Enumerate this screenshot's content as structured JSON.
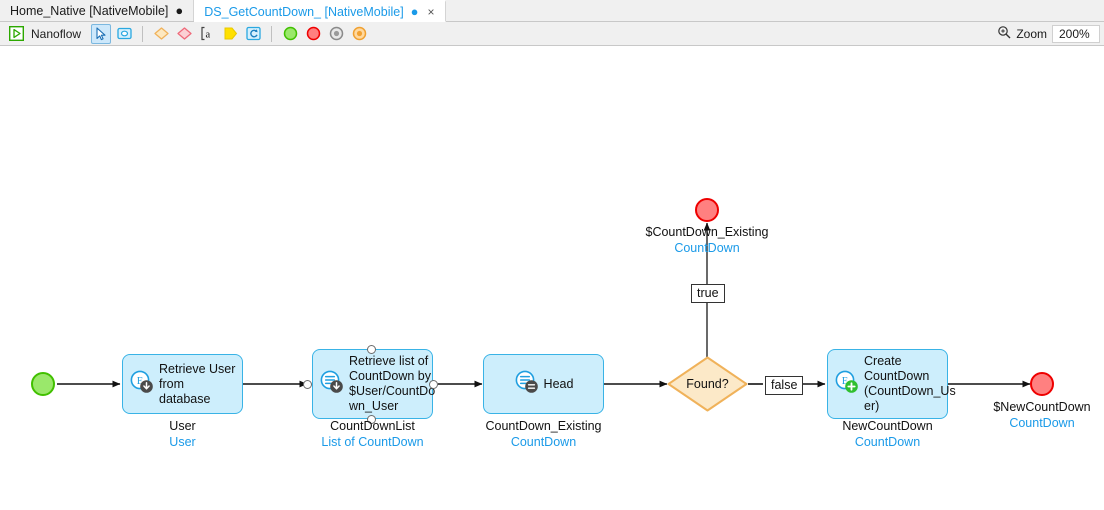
{
  "window": {
    "tabs": [
      {
        "label": "Home_Native [NativeMobile]",
        "dot": "●",
        "active": false,
        "close": ""
      },
      {
        "label": "DS_GetCountDown_ [NativeMobile]",
        "dot": "●",
        "active": true,
        "close": "×"
      }
    ]
  },
  "toolbar": {
    "mode_label": "Nanoflow",
    "mode_icon": "nanoflow-play-icon",
    "tools": [
      {
        "name": "pointer-tool",
        "icon": "cursor-arrow-icon",
        "selected": true
      },
      {
        "name": "annotation-tool",
        "icon": "annotation-icon",
        "selected": false
      },
      {
        "name": "decision-tool",
        "icon": "orange-diamond-icon",
        "selected": false
      },
      {
        "name": "merge-tool",
        "icon": "red-diamond-icon",
        "selected": false
      },
      {
        "name": "parameter-tool",
        "icon": "text-parameter-icon",
        "selected": false
      },
      {
        "name": "arrow-tool",
        "icon": "yellow-arrow-icon",
        "selected": false
      },
      {
        "name": "loop-tool",
        "icon": "loop-refresh-icon",
        "selected": false
      },
      {
        "name": "start-event-tool",
        "icon": "green-circle-icon",
        "selected": false
      },
      {
        "name": "end-event-tool",
        "icon": "red-circle-icon",
        "selected": false
      },
      {
        "name": "continue-event-tool",
        "icon": "gray-donut-icon",
        "selected": false
      },
      {
        "name": "break-event-tool",
        "icon": "orange-donut-icon",
        "selected": false
      }
    ],
    "zoom_icon": "magnifier-icon",
    "zoom_label": "Zoom",
    "zoom_value": "200%"
  },
  "flow": {
    "start": {
      "name": "start-event"
    },
    "activities": [
      {
        "id": "retrieve-user",
        "text": "Retrieve User\nfrom database",
        "icon": "retrieve-entity-icon",
        "caption": "User",
        "type": "User",
        "selected": false
      },
      {
        "id": "retrieve-countdown-list",
        "text": "Retrieve list of\nCountDown by\n$User/CountDo\nwn_User",
        "icon": "retrieve-list-icon",
        "caption": "CountDownList",
        "type": "List of CountDown",
        "selected": true
      },
      {
        "id": "head",
        "text": "Head",
        "icon": "list-head-icon",
        "caption": "CountDown_Existing",
        "type": "CountDown",
        "selected": false
      },
      {
        "id": "create-countdown",
        "text": "Create\nCountDown\n(CountDown_Us\ner)",
        "icon": "create-object-icon",
        "caption": "NewCountDown",
        "type": "CountDown",
        "selected": false
      }
    ],
    "decision": {
      "id": "found-decision",
      "label": "Found?"
    },
    "flow_labels": {
      "true": "true",
      "false": "false"
    },
    "end_events": [
      {
        "id": "end-existing",
        "caption": "$CountDown_Existing",
        "type": "CountDown"
      },
      {
        "id": "end-new",
        "caption": "$NewCountDown",
        "type": "CountDown"
      }
    ]
  },
  "colors": {
    "accent": "#1a9ae8",
    "node_fill": "#cdeefc",
    "node_border": "#39b3e6",
    "decision_fill": "#fce9c8",
    "decision_border": "#f0b25a",
    "end_fill": "#ff8080",
    "end_border": "#ee0000",
    "start_fill": "#9ae86b",
    "start_border": "#41c000"
  }
}
